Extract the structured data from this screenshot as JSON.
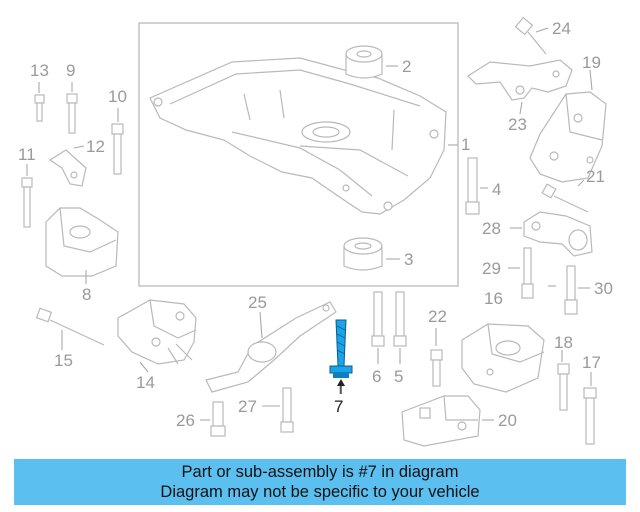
{
  "diagram": {
    "highlighted_part": "7",
    "highlight_color": "#1aa3e8",
    "callouts": [
      "1",
      "2",
      "3",
      "4",
      "5",
      "6",
      "7",
      "8",
      "9",
      "10",
      "11",
      "12",
      "13",
      "14",
      "15",
      "16",
      "17",
      "18",
      "19",
      "20",
      "21",
      "22",
      "23",
      "24",
      "25",
      "26",
      "27",
      "28",
      "29",
      "30"
    ]
  },
  "banner": {
    "line1": "Part or sub-assembly is #7 in diagram",
    "line2": "Diagram may not be specific to your vehicle",
    "background": "#5bc0f0"
  }
}
